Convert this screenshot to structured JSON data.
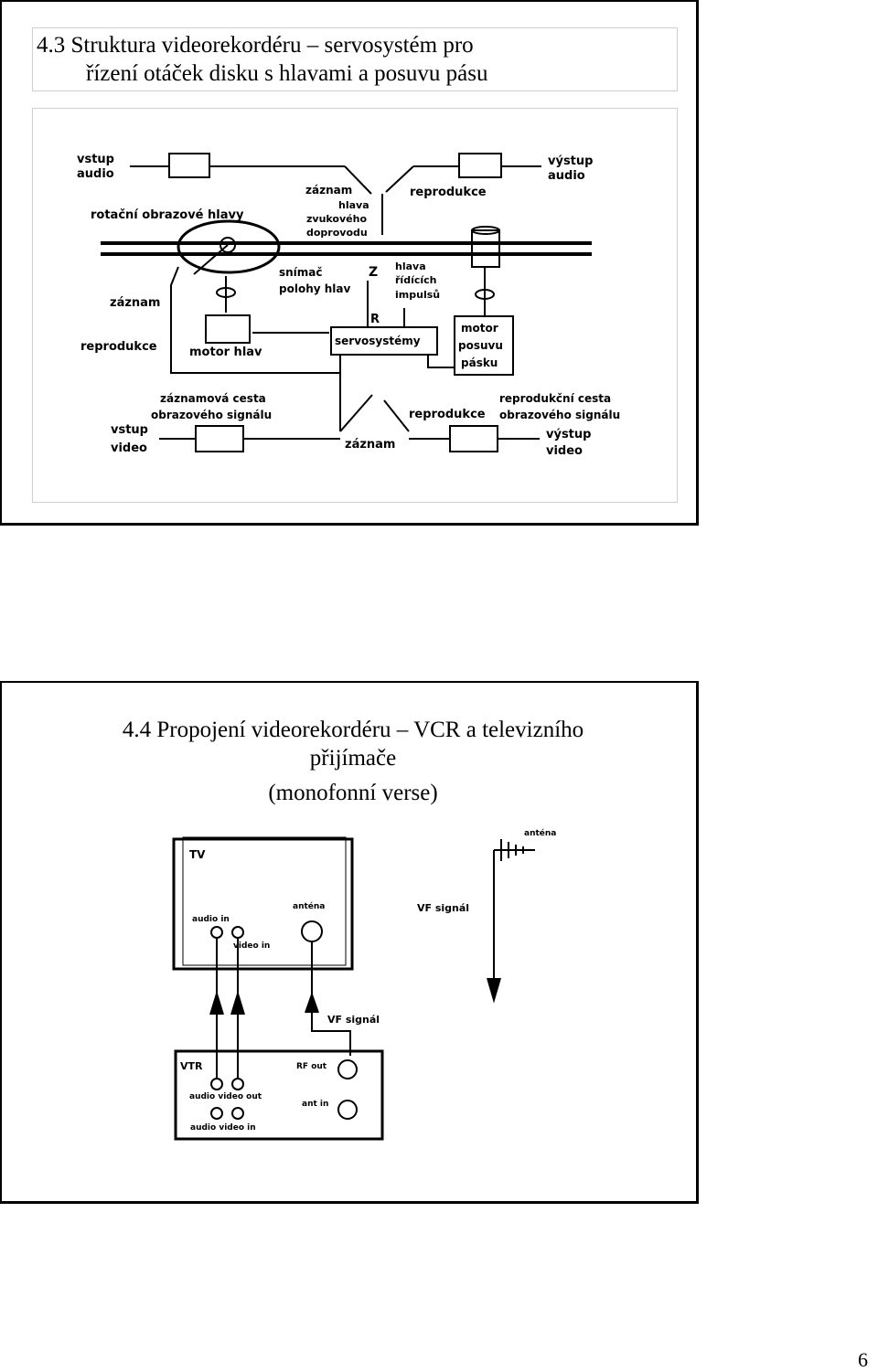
{
  "slide1": {
    "title_line1": "4.3 Struktura videorekordéru – servosystém pro",
    "title_line2": "řízení otáček disku s hlavami a posuvu pásu",
    "diagram": {
      "vstup_audio_1": "vstup",
      "vstup_audio_2": "audio",
      "vystup_audio_1": "výstup",
      "vystup_audio_2": "audio",
      "rotacni": "rotační obrazové hlavy",
      "zaznam_top": "záznam",
      "hlava_zvuk_1": "hlava",
      "hlava_zvuk_2": "zvukového",
      "hlava_zvuk_3": "doprovodu",
      "reprodukce_top": "reprodukce",
      "snimac_1": "snímač",
      "snimac_2": "polohy hlav",
      "z_label": "Z",
      "hlava_ridicich_1": "hlava",
      "hlava_ridicich_2": "řídících",
      "hlava_ridicich_3": "impulsů",
      "zaznam_left": "záznam",
      "reprodukce_left": "reprodukce",
      "motor_hlav": "motor hlav",
      "r_label": "R",
      "servosystemy": "servosystémy",
      "motor_posuvu_1": "motor",
      "motor_posuvu_2": "posuvu",
      "motor_posuvu_3": "pásku",
      "zaznamova_cesta_1": "záznamová cesta",
      "zaznamova_cesta_2": "obrazového signálu",
      "vstup_video_1": "vstup",
      "vstup_video_2": "video",
      "reprodukce_bottom": "reprodukce",
      "reprodukcni_cesta_1": "reprodukční cesta",
      "reprodukcni_cesta_2": "obrazového signálu",
      "vystup_video_1": "výstup",
      "vystup_video_2": "video",
      "zaznam_bottom": "záznam"
    }
  },
  "slide2": {
    "title_line1": "4.4  Propojení videorekordéru – VCR  a televizního",
    "title_line2": "přijímače",
    "title_line3": "(monofonní verse)",
    "diagram": {
      "antena_top": "anténa",
      "tv": "TV",
      "audio_in": "audio in",
      "video_in": "video in",
      "antena_tv": "anténa",
      "vf_signal_1": "VF signál",
      "vf_signal_2": "VF signál",
      "vtr": "VTR",
      "rf_out": "RF out",
      "audio_video_out": "audio video out",
      "ant_in": "ant in",
      "audio_video_in": "audio video in"
    }
  },
  "page_number": "6"
}
